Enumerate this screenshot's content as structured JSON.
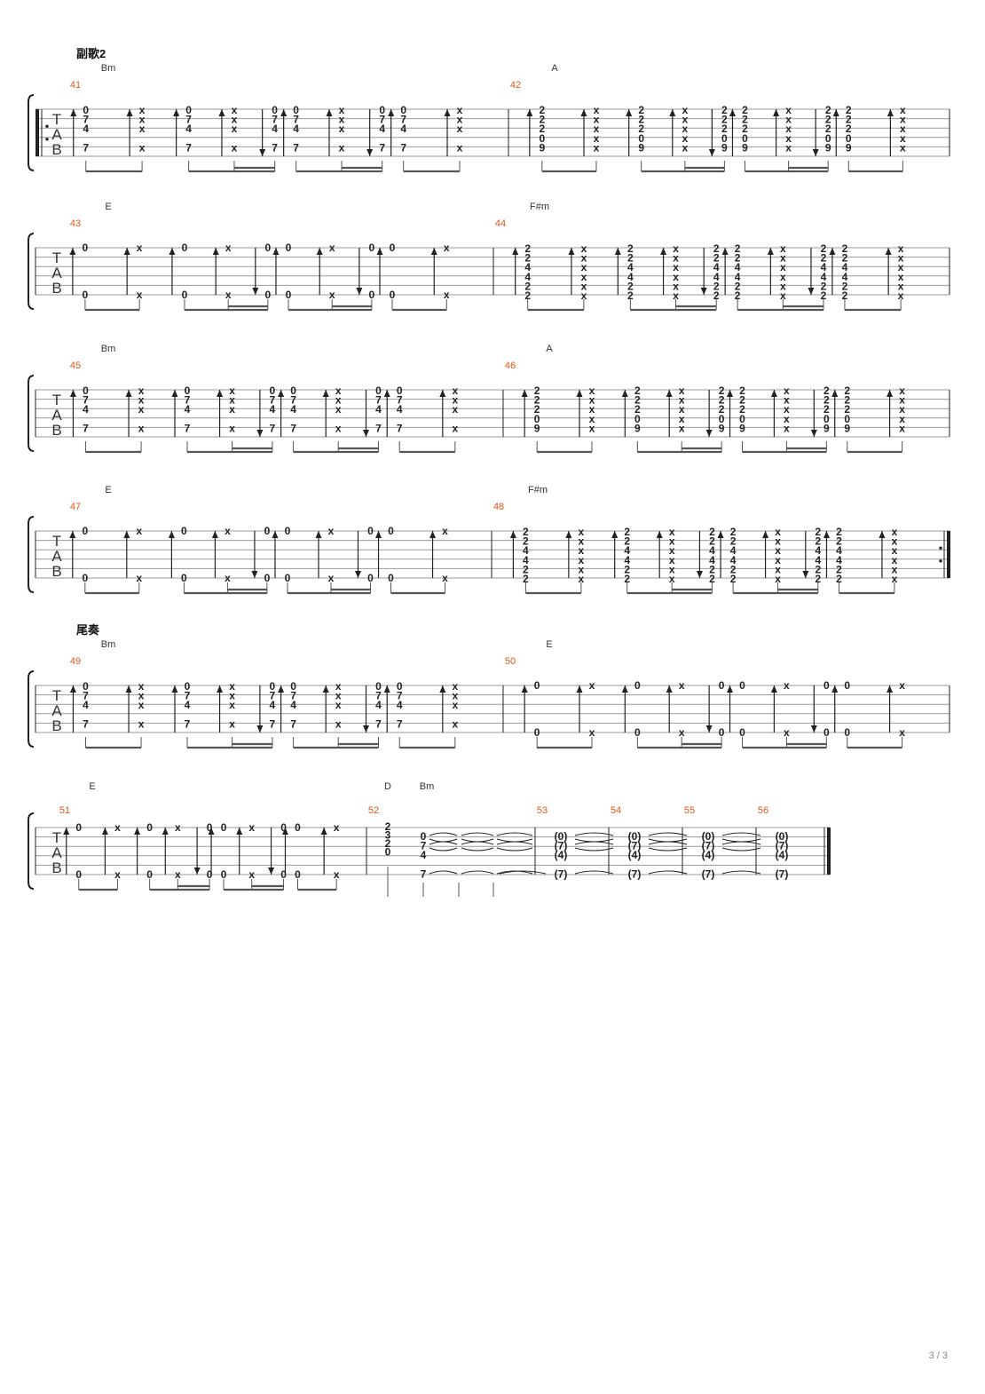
{
  "page": {
    "number": "3 / 3"
  },
  "tab_clef": [
    "T",
    "A",
    "B"
  ],
  "sections": {
    "chorus2": "副歌2",
    "outro": "尾奏"
  },
  "glyphs": {
    "dead_note": "x"
  },
  "colors": {
    "measure_number": "#e0561b",
    "staff_line": "#9a9a9a",
    "note": "#222222",
    "background": "#ffffff"
  },
  "patterns": {
    "Bm": [
      "0",
      "7",
      "4",
      "7"
    ],
    "A": [
      "2",
      "2",
      "2",
      "0",
      "9"
    ],
    "E": [
      "0",
      "0"
    ],
    "F#m": [
      "2",
      "2",
      "4",
      "4",
      "2",
      "2"
    ]
  },
  "systems": [
    {
      "section": "副歌2",
      "measures": [
        {
          "number": "41",
          "chord": "Bm"
        },
        {
          "number": "42",
          "chord": "A"
        }
      ]
    },
    {
      "section": "",
      "measures": [
        {
          "number": "43",
          "chord": "E"
        },
        {
          "number": "44",
          "chord": "F#m"
        }
      ]
    },
    {
      "section": "",
      "measures": [
        {
          "number": "45",
          "chord": "Bm"
        },
        {
          "number": "46",
          "chord": "A"
        }
      ]
    },
    {
      "section": "",
      "measures": [
        {
          "number": "47",
          "chord": "E"
        },
        {
          "number": "48",
          "chord": "F#m"
        }
      ]
    },
    {
      "section": "尾奏",
      "measures": [
        {
          "number": "49",
          "chord": "Bm"
        },
        {
          "number": "50",
          "chord": "E"
        }
      ]
    },
    {
      "section": "",
      "measures": [
        {
          "number": "51",
          "chord": "E"
        },
        {
          "number": "52",
          "chords": [
            "D",
            "Bm"
          ],
          "d_chord": [
            "2",
            "3",
            "2",
            "0"
          ],
          "bm_chord": [
            "0",
            "7",
            "4",
            "7"
          ]
        },
        {
          "number": "53",
          "tied": [
            "(0)",
            "(7)",
            "(4)",
            "(7)"
          ]
        },
        {
          "number": "54",
          "tied": [
            "(0)",
            "(7)",
            "(4)",
            "(7)"
          ]
        },
        {
          "number": "55",
          "tied": [
            "(0)",
            "(7)",
            "(4)",
            "(7)"
          ]
        },
        {
          "number": "56",
          "tied": [
            "(0)",
            "(7)",
            "(4)",
            "(7)"
          ]
        }
      ]
    }
  ]
}
